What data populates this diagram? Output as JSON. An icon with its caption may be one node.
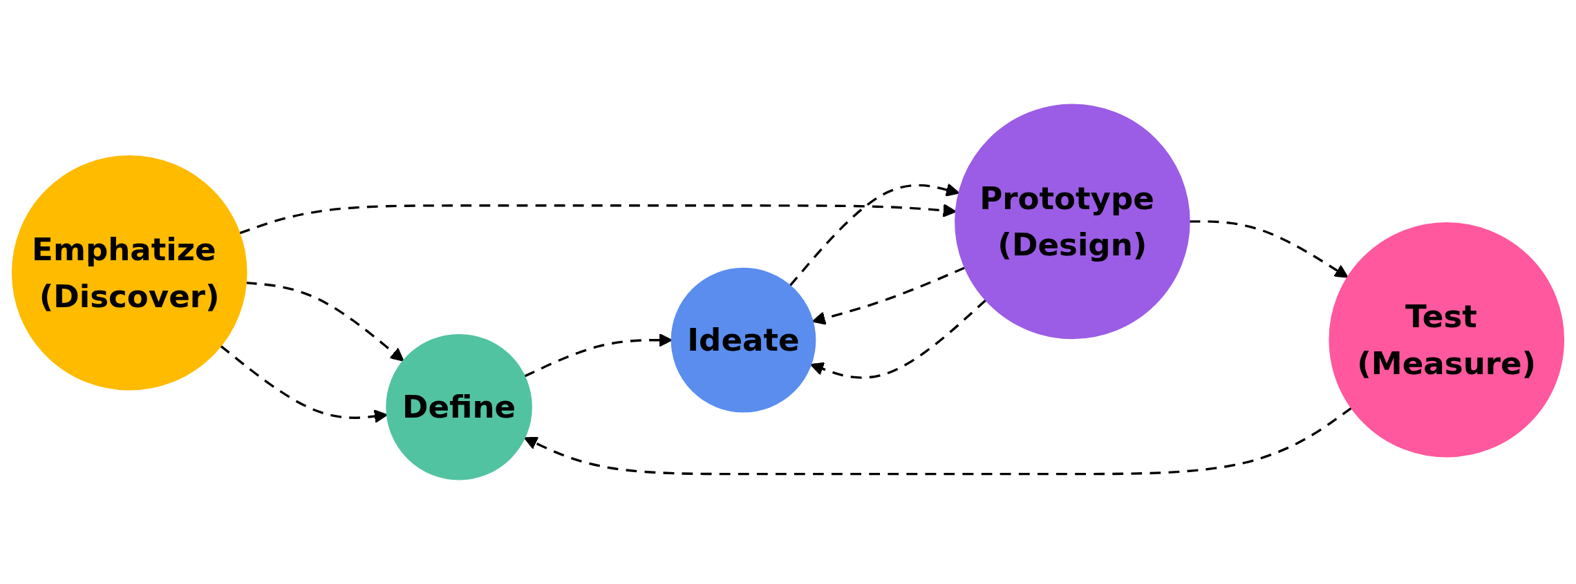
{
  "diagram": {
    "nodes": [
      {
        "text": [
          "Emphatize (Discover)"
        ]
      },
      {
        "text": [
          "Define"
        ]
      },
      {
        "text": [
          "Ideate"
        ]
      },
      {
        "text": [
          "Prototype (Design)"
        ]
      },
      {
        "text": [
          "Test (Measure)"
        ]
      }
    ],
    "edges": [
      {
        "from": 0,
        "to": 1,
        "arrow": "to",
        "style": "dashed"
      },
      {
        "from": 1,
        "to": 2,
        "arrow": "to",
        "style": "dashed"
      },
      {
        "from": 3,
        "to": 2,
        "arrow": "to",
        "style": "dashed"
      },
      {
        "from": 2,
        "to": 3,
        "arrow": "to",
        "style": "dashed"
      },
      {
        "from": 3,
        "to": 4,
        "arrow": "to",
        "style": "dashed"
      },
      {
        "from": 0,
        "to": 1,
        "arrow": "to",
        "style": "dashed"
      },
      {
        "from": 0,
        "to": 3,
        "arrow": "to",
        "style": "dashed"
      },
      {
        "from": 3,
        "to": 2,
        "arrow": "to",
        "style": "dashed"
      },
      {
        "from": 4,
        "to": 1,
        "arrow": "to",
        "style": "dashed"
      }
    ]
  }
}
